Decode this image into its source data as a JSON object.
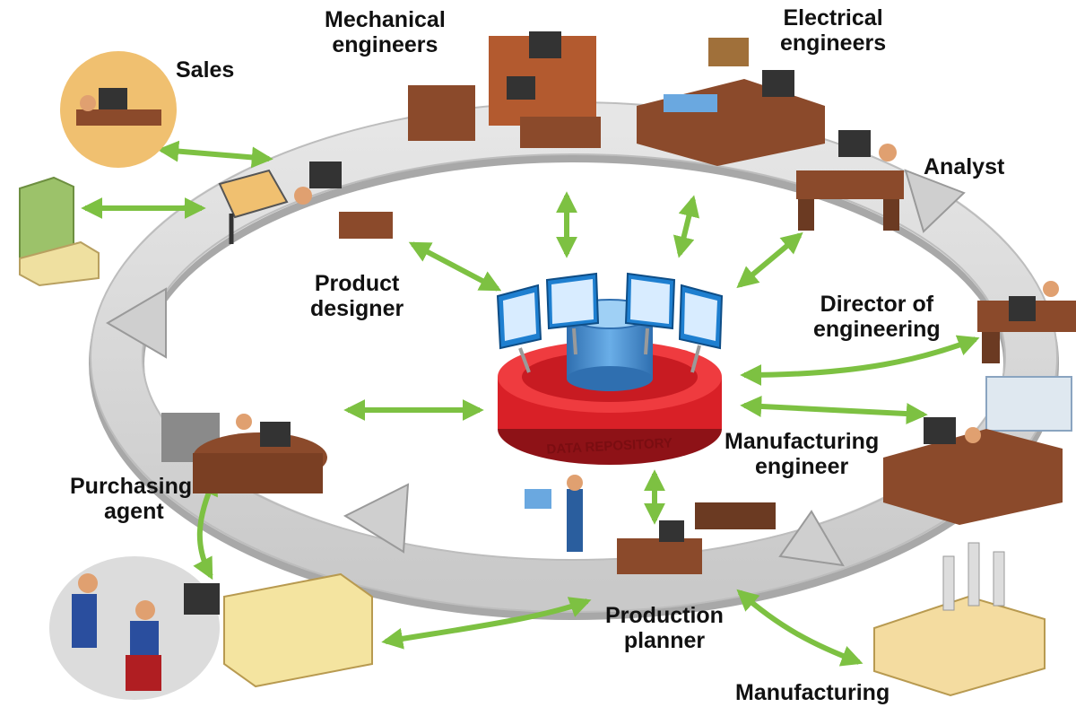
{
  "roles": {
    "sales": "Sales",
    "mechanical": [
      "Mechanical",
      "engineers"
    ],
    "electrical": [
      "Electrical",
      "engineers"
    ],
    "analyst": "Analyst",
    "product_designer": [
      "Product",
      "designer"
    ],
    "director": [
      "Director of",
      "engineering"
    ],
    "purchasing": [
      "Purchasing",
      "agent"
    ],
    "manufacturing_engineer": [
      "Manufacturing",
      "engineer"
    ],
    "production_planner": [
      "Production",
      "planner"
    ],
    "manufacturing": "Manufacturing"
  },
  "center": {
    "label": "DATA REPOSITORY"
  },
  "colors": {
    "arrow": "#7dc142",
    "ring": "#d9d9d9",
    "ring_shadow": "#a8a8a8",
    "repository_red": "#d92027",
    "cylinder_blue": "#4a8fd0",
    "desk": "#8b4a2b"
  }
}
